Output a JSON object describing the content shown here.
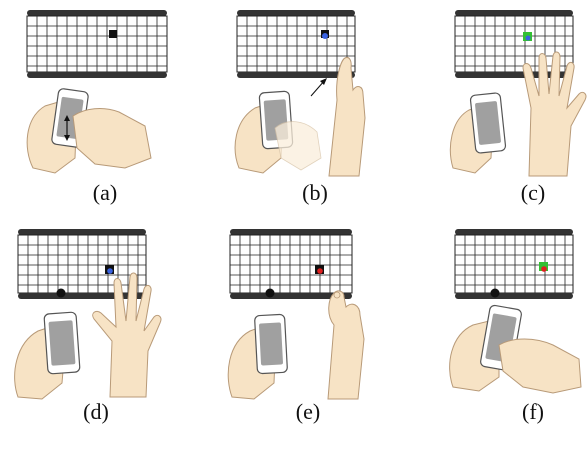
{
  "colors": {
    "bar": "#333333",
    "grid_line": "#222222",
    "skin": "#f7e3c5",
    "skin_outline": "#b89a78",
    "skin_light": "#faeedb",
    "phone_screen": "#a0a0a0",
    "phone_body": "#ffffff",
    "target": "#111111",
    "blue_dot": "#3a62e0",
    "red_dot": "#e02020",
    "green": "#32c032"
  },
  "panels": [
    {
      "caption": "(a)"
    },
    {
      "caption": "(b)"
    },
    {
      "caption": "(c)"
    },
    {
      "caption": "(d)"
    },
    {
      "caption": "(e)"
    },
    {
      "caption": "(f)"
    }
  ]
}
